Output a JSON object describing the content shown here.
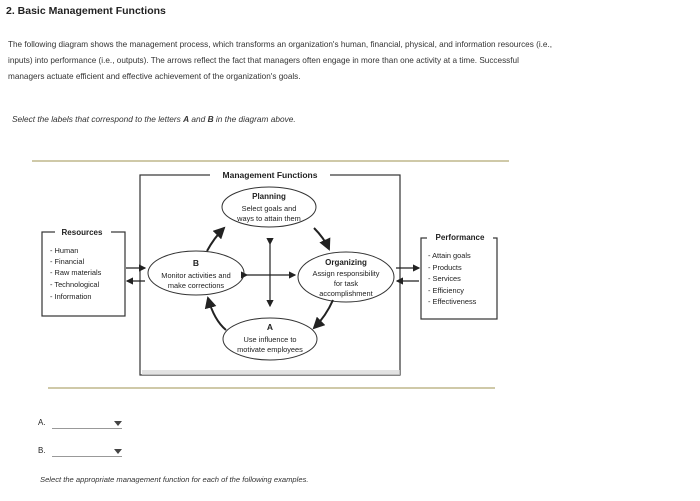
{
  "question": {
    "title": "2. Basic Management Functions",
    "intro": [
      "The following diagram shows the management process, which transforms an organization's human, financial, physical, and information resources (i.e.,",
      "inputs) into performance (i.e., outputs). The arrows reflect the fact that managers often engage in more than one activity at a time. Successful",
      "managers actuate efficient and effective achievement of the organization's goals."
    ],
    "instruction_prefix": "Select the labels that correspond to the letters ",
    "letter_a": "A",
    "instruction_and": " and ",
    "letter_b": "B",
    "instruction_suffix": " in the diagram above."
  },
  "diagram": {
    "frame_title": "Management Functions",
    "resources": {
      "title": "Resources",
      "items": [
        "- Human",
        "- Financial",
        "- Raw materials",
        "- Technological",
        "- Information"
      ]
    },
    "performance": {
      "title": "Performance",
      "items": [
        "- Attain goals",
        "- Products",
        "- Services",
        "- Efficiency",
        "- Effectiveness"
      ]
    },
    "planning": {
      "title": "Planning",
      "lines": [
        "Select goals and",
        "ways to attain them"
      ]
    },
    "organizing": {
      "title": "Organizing",
      "lines": [
        "Assign responsibility",
        "for task",
        "accomplishment"
      ]
    },
    "node_b": {
      "title": "B",
      "lines": [
        "Monitor activities and",
        "make corrections"
      ]
    },
    "node_a": {
      "title": "A",
      "lines": [
        "Use influence to",
        "motivate employees"
      ]
    }
  },
  "answers": [
    {
      "label": "A.",
      "value": ""
    },
    {
      "label": "B.",
      "value": ""
    }
  ],
  "footer": "Select the appropriate management function for each of the following examples."
}
